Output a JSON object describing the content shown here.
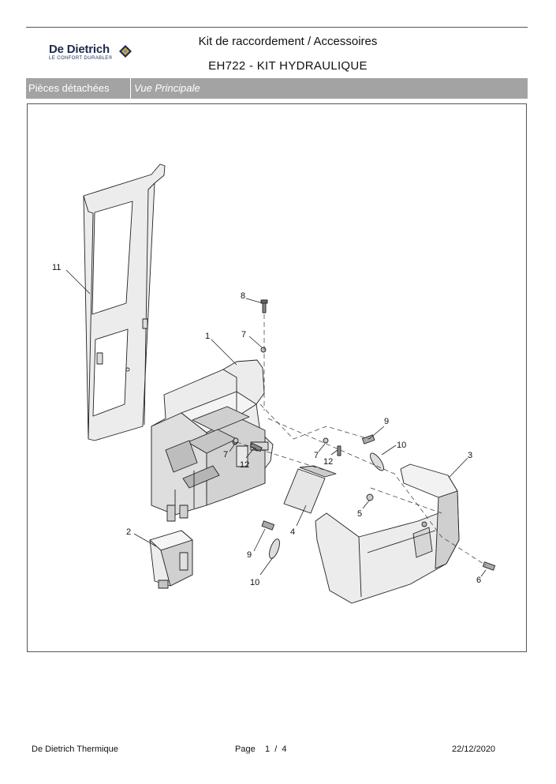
{
  "header": {
    "brand": "De Dietrich",
    "tagline": "LE CONFORT DURABLE®",
    "title": "Kit de raccordement / Accessoires",
    "subtitle": "EH722 - KIT HYDRAULIQUE"
  },
  "section_bar": {
    "label": "Pièces détachées",
    "view": "Vue Principale"
  },
  "callouts": {
    "c11": "11",
    "c8": "8",
    "c7a": "7",
    "c1": "1",
    "c9a": "9",
    "c10a": "10",
    "c7b": "7",
    "c12a": "12",
    "c7c": "7",
    "c12b": "12",
    "c3": "3",
    "c5": "5",
    "c4": "4",
    "c2": "2",
    "c9b": "9",
    "c10b": "10",
    "c6": "6"
  },
  "footer": {
    "company": "De Dietrich Thermique",
    "page_label": "Page",
    "page_current": "1",
    "page_sep": "/",
    "page_total": "4",
    "date": "22/12/2020"
  },
  "colors": {
    "part_fill": "#ececec",
    "part_shade": "#bdbdbd",
    "line": "#222222",
    "bar": "#a3a3a3"
  }
}
